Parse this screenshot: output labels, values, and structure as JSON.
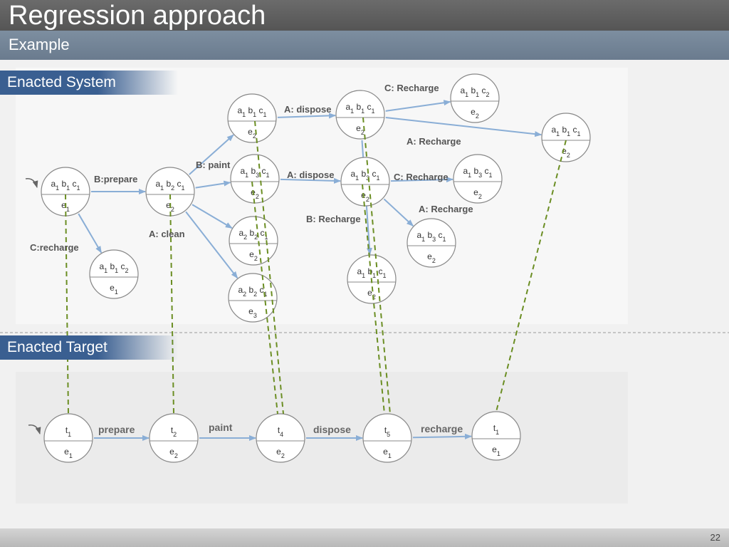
{
  "title": "Regression approach",
  "subtitle": "Example",
  "sections": {
    "enacted_system": "Enacted System",
    "enacted_target": "Enacted Target"
  },
  "page_number": "22",
  "colors": {
    "arrow": "#8aaed6",
    "mapping": "#6b8e23",
    "node_border": "#888888",
    "banner": "#3a5f91"
  },
  "system_nodes": [
    {
      "id": "s0",
      "top": "a1 b1 c1",
      "bottom": "e1",
      "initial": true
    },
    {
      "id": "s1",
      "top": "a1 b2 c1",
      "bottom": "e2"
    },
    {
      "id": "s2",
      "top": "a1 b1 c2",
      "bottom": "e1"
    },
    {
      "id": "s3",
      "top": "a1 b1 c1",
      "bottom": "e2"
    },
    {
      "id": "s4",
      "top": "a1 b3 c1",
      "bottom": "e2"
    },
    {
      "id": "s5",
      "top": "a2 b2 c1",
      "bottom": "e2"
    },
    {
      "id": "s6",
      "top": "a2 b2 c1",
      "bottom": "e3"
    },
    {
      "id": "s7",
      "top": "a1 b1 c1",
      "bottom": "e2"
    },
    {
      "id": "s8",
      "top": "a1 b3 c1",
      "bottom": "e2"
    },
    {
      "id": "s9",
      "top": "a1 b1 c2",
      "bottom": "e2"
    },
    {
      "id": "s10",
      "top": "a1 b3 c1",
      "bottom": "e2"
    },
    {
      "id": "s11",
      "top": "a1 b3 c1",
      "bottom": "e2"
    },
    {
      "id": "s12",
      "top": "a1 b1 c1",
      "bottom": "e2"
    },
    {
      "id": "s13",
      "top": "a1 b1 c1",
      "bottom": "e2"
    }
  ],
  "system_edges": [
    {
      "from": "s0",
      "to": "s1",
      "label": "B:prepare"
    },
    {
      "from": "s0",
      "to": "s2",
      "label": "C:recharge"
    },
    {
      "from": "s1",
      "to": "s3",
      "label": "B: paint"
    },
    {
      "from": "s1",
      "to": "s4",
      "label": ""
    },
    {
      "from": "s1",
      "to": "s5",
      "label": "A: clean"
    },
    {
      "from": "s1",
      "to": "s6",
      "label": ""
    },
    {
      "from": "s3",
      "to": "s7",
      "label": "A: dispose"
    },
    {
      "from": "s4",
      "to": "s8",
      "label": "A: dispose"
    },
    {
      "from": "s7",
      "to": "s9",
      "label": "C: Recharge"
    },
    {
      "from": "s7",
      "to": "s13",
      "label": "A: Recharge"
    },
    {
      "from": "s8",
      "to": "s10",
      "label": "C: Recharge"
    },
    {
      "from": "s8",
      "to": "s11",
      "label": "A: Recharge"
    },
    {
      "from": "s7",
      "to": "s12",
      "label": "B: Recharge"
    }
  ],
  "target_nodes": [
    {
      "id": "t0",
      "top": "t1",
      "bottom": "e1",
      "initial": true
    },
    {
      "id": "t1",
      "top": "t2",
      "bottom": "e2"
    },
    {
      "id": "t2",
      "top": "t4",
      "bottom": "e2"
    },
    {
      "id": "t3",
      "top": "t5",
      "bottom": "e1"
    },
    {
      "id": "t4",
      "top": "t1",
      "bottom": "e1"
    }
  ],
  "target_edges": [
    {
      "from": "t0",
      "to": "t1",
      "label": "prepare"
    },
    {
      "from": "t1",
      "to": "t2",
      "label": "paint"
    },
    {
      "from": "t2",
      "to": "t3",
      "label": "dispose"
    },
    {
      "from": "t3",
      "to": "t4",
      "label": "recharge"
    }
  ],
  "mappings": [
    [
      "s0",
      "t0"
    ],
    [
      "s1",
      "t1"
    ],
    [
      "s3",
      "t2"
    ],
    [
      "s4",
      "t2"
    ],
    [
      "s7",
      "t3"
    ],
    [
      "s8",
      "t3"
    ],
    [
      "s13",
      "t4"
    ]
  ]
}
